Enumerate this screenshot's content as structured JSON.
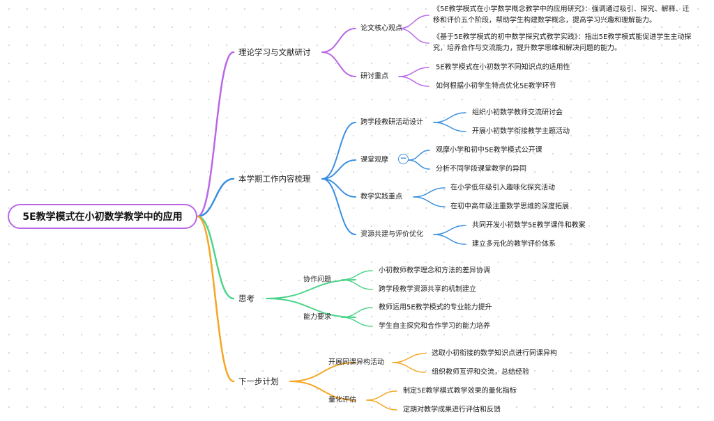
{
  "root": {
    "label": "5E教学模式在小初数学教学中的应用"
  },
  "branches": [
    {
      "label": "理论学习与文献研讨",
      "color": "#b967e6",
      "children": [
        {
          "label": "论文核心观点",
          "children": [
            "《5E教学模式在小学数学概念教学中的应用研究》：强调通过吸引、探究、解释、迁移和评价五个阶段，帮助学生构建数学概念，提高学习兴趣和理解能力。",
            "《基于5E教学模式的初中数学探究式教学实践》：指出5E教学模式能促进学生主动探究，培养合作与交流能力，提升数学思维和解决问题的能力。"
          ]
        },
        {
          "label": "研讨重点",
          "children": [
            "5E教学模式在小初数学不同知识点的适用性",
            "如何根据小初学生特点优化5E教学环节"
          ]
        }
      ]
    },
    {
      "label": "本学期工作内容梳理",
      "color": "#3a8fe0",
      "children": [
        {
          "label": "跨学段教研活动设计",
          "children": [
            "组织小初数学教师交流研讨会",
            "开展小初数学衔接教学主题活动"
          ]
        },
        {
          "label": "课堂观摩",
          "children": [
            "观摩小学和初中5E教学模式公开课",
            "分析不同学段课堂教学的异同"
          ]
        },
        {
          "label": "教学实践重点",
          "children": [
            "在小学低年级引入趣味化探究活动",
            "在初中高年级注重数学思维的深度拓展"
          ]
        },
        {
          "label": "资源共建与评价优化",
          "children": [
            "共同开发小初数学5E教学课件和教案",
            "建立多元化的教学评价体系"
          ]
        }
      ]
    },
    {
      "label": "思考",
      "color": "#4dd48a",
      "children": [
        {
          "label": "协作问题",
          "children": [
            "小初教师教学理念和方法的差异协调",
            "跨学段教学资源共享的机制建立"
          ]
        },
        {
          "label": "能力要求",
          "children": [
            "教师运用5E教学模式的专业能力提升",
            "学生自主探究和合作学习的能力培养"
          ]
        }
      ]
    },
    {
      "label": "下一步计划",
      "color": "#f5a623",
      "children": [
        {
          "label": "开展同课异构活动",
          "children": [
            "选取小初衔接的数学知识点进行同课异构",
            "组织教师互评和交流，总结经验"
          ]
        },
        {
          "label": "量化评估",
          "children": [
            "制定5E教学模式教学效果的量化指标",
            "定期对教学成果进行评估和反馈"
          ]
        }
      ]
    }
  ],
  "collapse_symbol": "−"
}
